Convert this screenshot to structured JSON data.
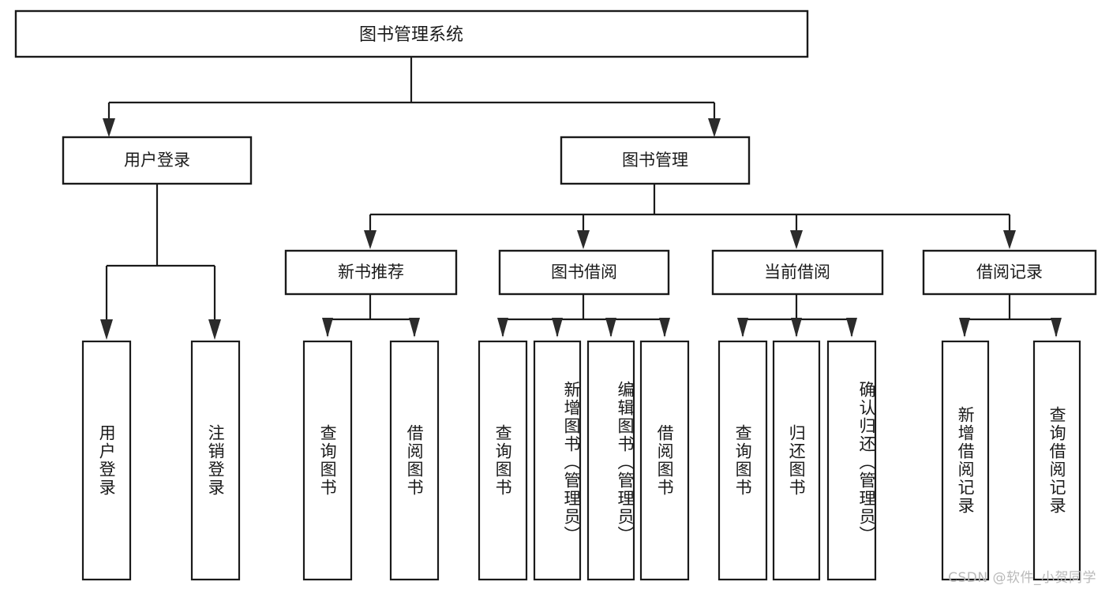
{
  "diagram": {
    "type": "tree",
    "title": "图书管理系统",
    "orientation": "top-down",
    "colors": {
      "box_stroke": "#1a1a1a",
      "box_fill": "#ffffff",
      "connector": "#1a1a1a",
      "arrow": "#2b2b2b",
      "background": "#ffffff",
      "watermark": "#b9b9b9"
    },
    "root": {
      "label": "图书管理系统"
    },
    "level2": [
      {
        "label": "用户登录"
      },
      {
        "label": "图书管理"
      }
    ],
    "level3": [
      {
        "label": "新书推荐"
      },
      {
        "label": "图书借阅"
      },
      {
        "label": "当前借阅"
      },
      {
        "label": "借阅记录"
      }
    ],
    "leaves": {
      "user_login": [
        {
          "label": "用户登录"
        },
        {
          "label": "注销登录"
        }
      ],
      "new_book_recommend": [
        {
          "label": "查询图书"
        },
        {
          "label": "借阅图书"
        }
      ],
      "book_borrow": [
        {
          "label": "查询图书"
        },
        {
          "label": "新增图书（管理员）"
        },
        {
          "label": "编辑图书（管理员）"
        },
        {
          "label": "借阅图书"
        }
      ],
      "current_borrow": [
        {
          "label": "查询图书"
        },
        {
          "label": "归还图书"
        },
        {
          "label": "确认归还（管理员）"
        }
      ],
      "borrow_record": [
        {
          "label": "新增借阅记录"
        },
        {
          "label": "查询借阅记录"
        }
      ]
    }
  },
  "watermark": {
    "text": "CSDN @软件_小贺同学"
  }
}
